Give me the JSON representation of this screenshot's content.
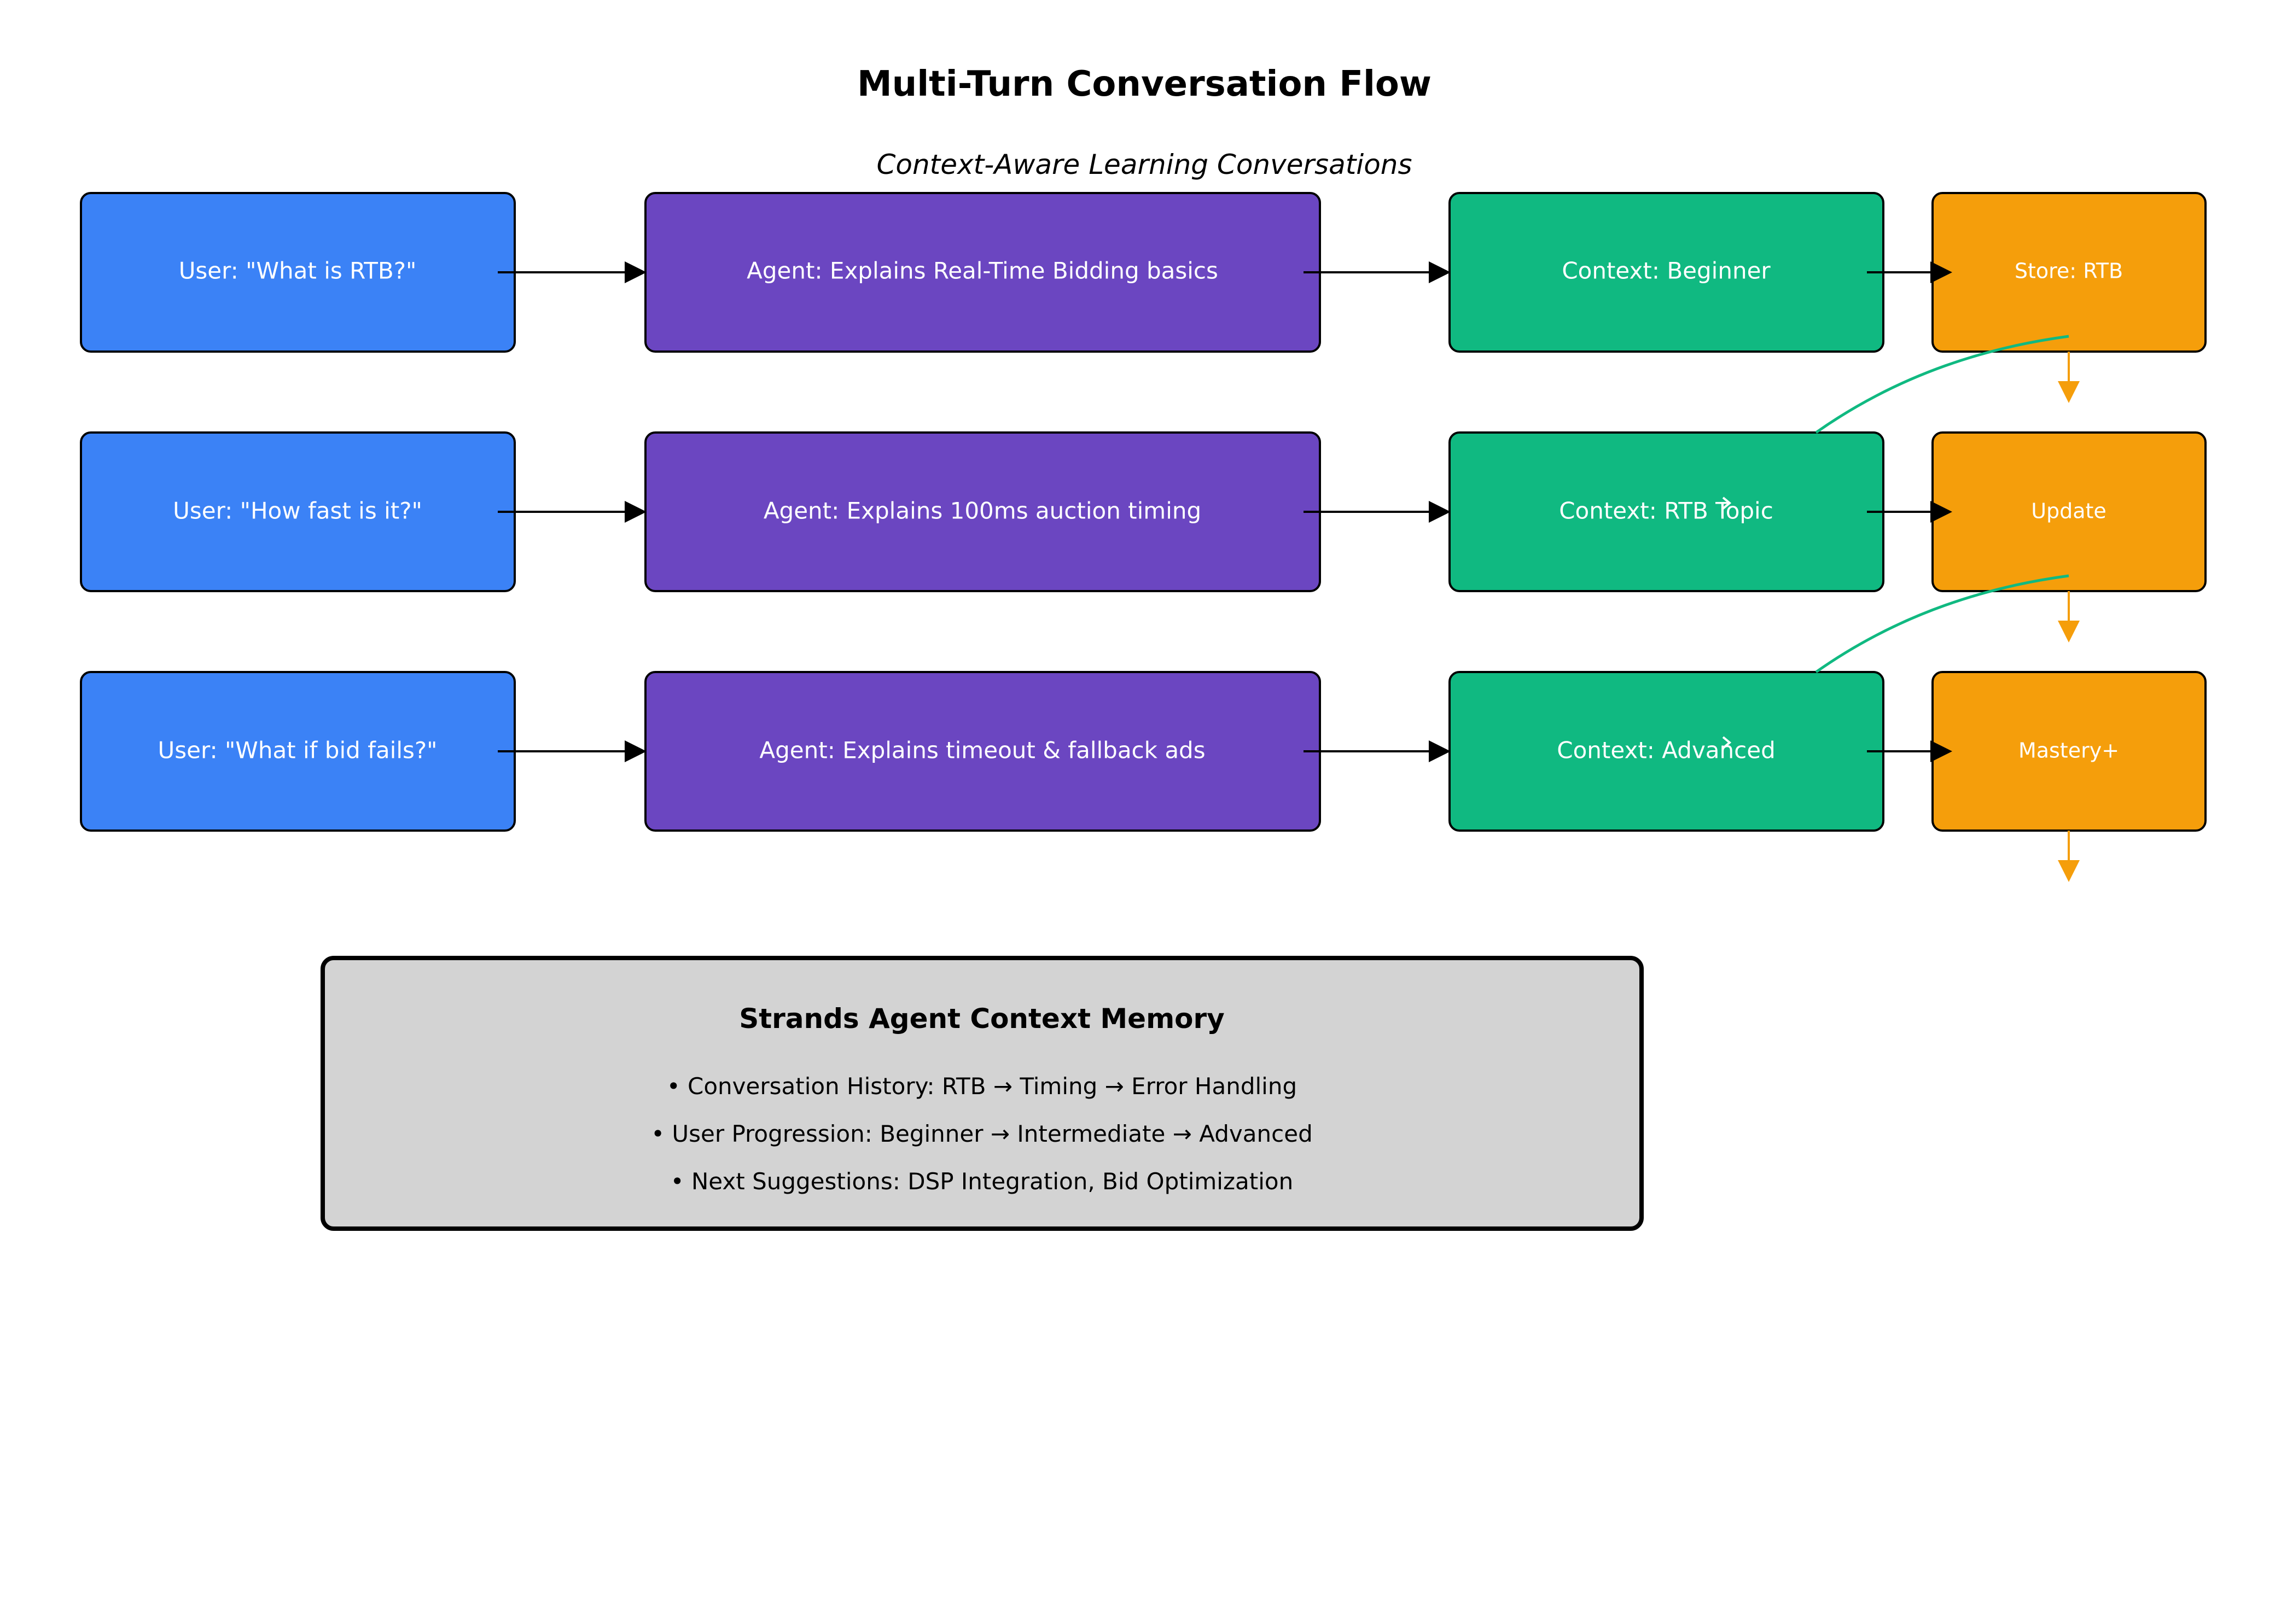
{
  "title": "Multi-Turn Conversation Flow",
  "subtitle": "Context-Aware Learning Conversations",
  "colors": {
    "user": "#3b82f6",
    "agent": "#6b46c1",
    "context": "#10b981",
    "memory": "#f59e0b",
    "arrow": "#000000",
    "context_link": "#10b981",
    "memory_flow": "#f59e0b",
    "panel": "#d3d3d3"
  },
  "turns": [
    {
      "user": "User: \"What is RTB?\"",
      "agent": "Agent: Explains Real-Time Bidding basics",
      "context": "Context: Beginner",
      "memory": "Store: RTB"
    },
    {
      "user": "User: \"How fast is it?\"",
      "agent": "Agent: Explains 100ms auction timing",
      "context": "Context: RTB Topic",
      "memory": "Update"
    },
    {
      "user": "User: \"What if bid fails?\"",
      "agent": "Agent: Explains timeout & fallback ads",
      "context": "Context: Advanced",
      "memory": "Mastery+"
    }
  ],
  "memory_panel": {
    "title": "Strands Agent Context Memory",
    "lines": [
      "• Conversation History: RTB → Timing → Error Handling",
      "• User Progression: Beginner → Intermediate → Advanced",
      "• Next Suggestions: DSP Integration, Bid Optimization"
    ]
  }
}
